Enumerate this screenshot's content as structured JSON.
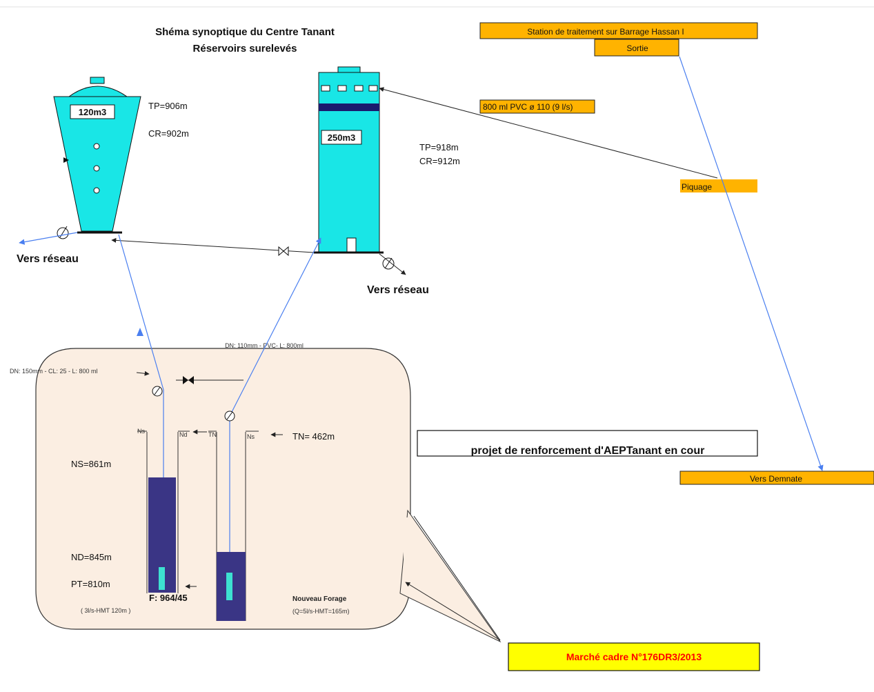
{
  "title": {
    "line1": "Shéma synoptique du Centre Tanant",
    "line2": "Réservoirs surelevés"
  },
  "reservoir_left": {
    "capacity": "120m3",
    "tp": "TP=906m",
    "cr": "CR=902m",
    "outlet": "Vers réseau"
  },
  "reservoir_right": {
    "capacity": "250m3",
    "tp": "TP=918m",
    "cr": "CR=912m",
    "outlet": "Vers réseau"
  },
  "supply": {
    "station": "Station de traitement sur Barrage Hassan I",
    "exit": "Sortie",
    "pipe": "800 ml PVC ø 110 (9 l/s)",
    "tap": "Piquage",
    "towards": "Vers Demnate"
  },
  "project": {
    "label": "projet de renforcement d'AEPTanant en cour",
    "contract": "Marché cadre  N°176DR3/2013"
  },
  "borehole_zone": {
    "pipe_right": "DN: 110mm - PVC- L: 800ml",
    "pipe_left": "DN: 150mm - CL: 25 -  L: 800 ml",
    "ns": "NS=861m",
    "nd": "ND=845m",
    "pt": "PT=810m",
    "tn": "TN= 462m",
    "old_well": "F: 964/45",
    "old_well_params": "( 3l/s-HMT 120m  )",
    "new_well": "Nouveau Forage",
    "new_well_params": "(Q=5l/s-HMT=165m)",
    "mark_a": "Ns",
    "mark_b": "Nd",
    "mark_c": "TN",
    "mark_d": "Ns"
  },
  "colors": {
    "tank": "#19e6e6",
    "band": "#1a1a6e",
    "well": "#3a3585",
    "pump": "#3de0d0",
    "orange_box": "#ffb300",
    "yellow_box": "#ffff00",
    "zone_fill": "#fbeee2",
    "blue_pipe": "#4a7ff0",
    "red_text": "#ff0000"
  }
}
